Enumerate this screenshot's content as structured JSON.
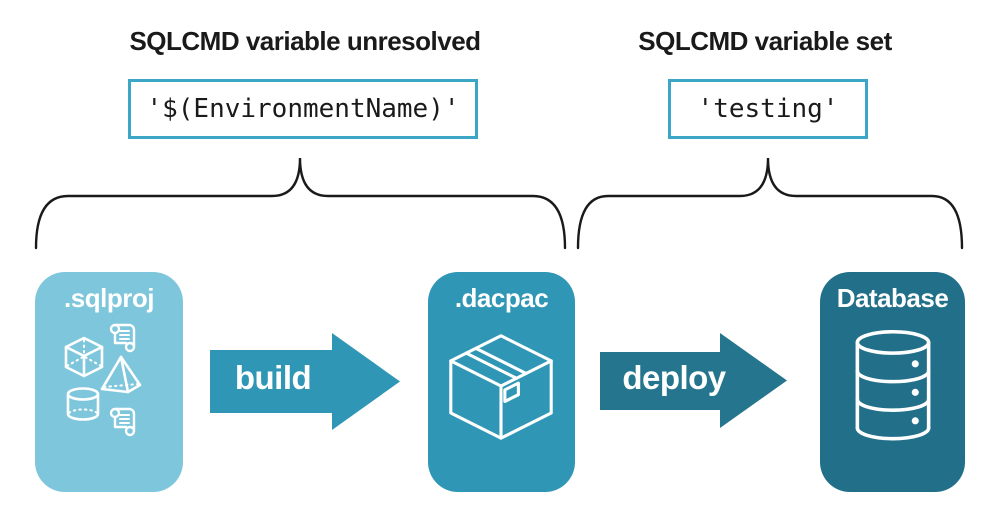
{
  "colors": {
    "background": "#FFFFFF",
    "heading_text": "#1A1A1A",
    "code_text": "#1A1A1A",
    "code_box_border": "#3BA6C5",
    "brace_stroke": "#1A1A1A",
    "sqlproj_fill": "#7EC6DB",
    "dacpac_fill": "#2F97B5",
    "build_arrow_fill": "#2F97B5",
    "deploy_arrow_fill": "#26758E",
    "database_fill": "#226F89",
    "icon_stroke": "#FFFFFF",
    "stage_label_text": "#FFFFFF",
    "arrow_label_text": "#FFFFFF"
  },
  "annotations": {
    "left": {
      "heading": "SQLCMD variable unresolved",
      "code": "'$(EnvironmentName)'"
    },
    "right": {
      "heading": "SQLCMD variable set",
      "code": "'testing'"
    }
  },
  "pipeline": {
    "stages": [
      {
        "label": ".sqlproj",
        "icon": "sql-objects-icon"
      },
      {
        "label": ".dacpac",
        "icon": "package-icon"
      },
      {
        "label": "Database",
        "icon": "database-icon"
      }
    ],
    "arrows": [
      {
        "label": "build"
      },
      {
        "label": "deploy"
      }
    ]
  }
}
